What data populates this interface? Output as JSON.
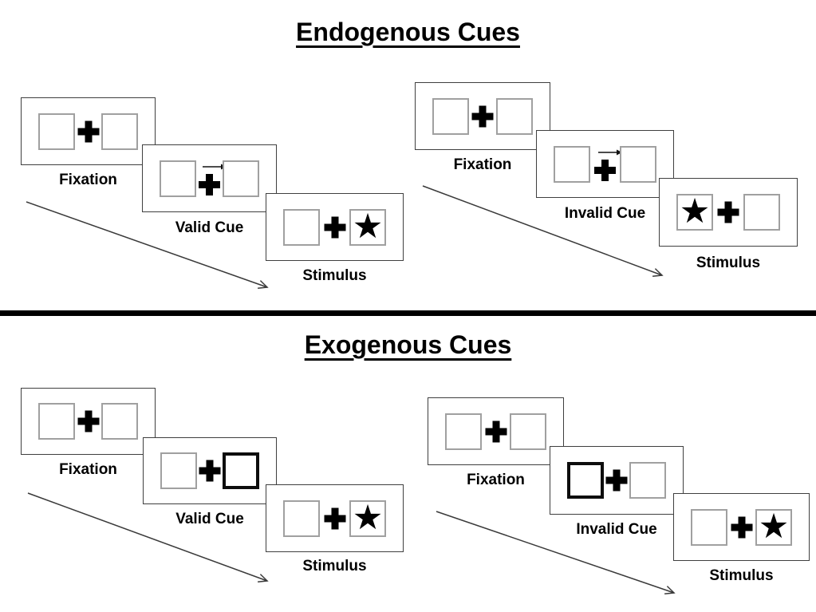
{
  "sections": [
    {
      "title": "Endogenous Cues",
      "left_cascade": {
        "fixation_label": "Fixation",
        "cue_label": "Valid Cue",
        "stimulus_label": "Stimulus",
        "cue_icon": "right-arrow-above-cross",
        "star_position": "right-box"
      },
      "right_cascade": {
        "fixation_label": "Fixation",
        "cue_label": "Invalid Cue",
        "stimulus_label": "Stimulus",
        "cue_icon": "right-arrow-above-cross",
        "star_position": "left-box"
      }
    },
    {
      "title": "Exogenous Cues",
      "left_cascade": {
        "fixation_label": "Fixation",
        "cue_label": "Valid Cue",
        "stimulus_label": "Stimulus",
        "cue_icon": "thick-bordered-right-box",
        "star_position": "right-box"
      },
      "right_cascade": {
        "fixation_label": "Fixation",
        "cue_label": "Invalid Cue",
        "stimulus_label": "Stimulus",
        "cue_icon": "thick-bordered-left-box",
        "star_position": "right-box"
      }
    }
  ],
  "glyphs": {
    "star": "★"
  },
  "colors": {
    "background": "#ffffff",
    "panel_border": "#3f3f3f",
    "box_border": "#a0a0a0",
    "cue_box_border": "#0d0d0d",
    "text": "#000000",
    "divider": "#000000",
    "arrow": "#3a3a3a"
  }
}
